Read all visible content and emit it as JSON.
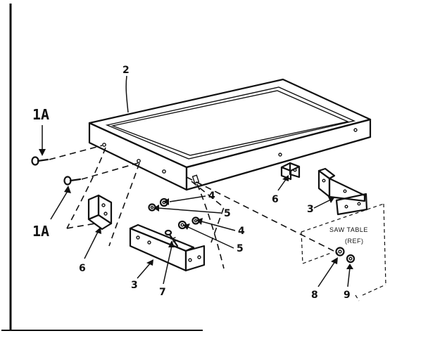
{
  "callouts": {
    "top_plate": "2",
    "screw_upper": "1A",
    "screw_lower": "1A",
    "washer_upper": "4",
    "lockwasher_upper": "5",
    "washer_lower": "4",
    "lockwasher_lower": "5",
    "bracket_left_small": "6",
    "bracket_right_small": "6",
    "bracket_left_long": "3",
    "bracket_right_long": "3",
    "screw_bracket": "7",
    "saw_washer": "8",
    "saw_nut": "9"
  },
  "saw_table_note": {
    "line1": "SAW TABLE",
    "line2": "(REF)"
  }
}
